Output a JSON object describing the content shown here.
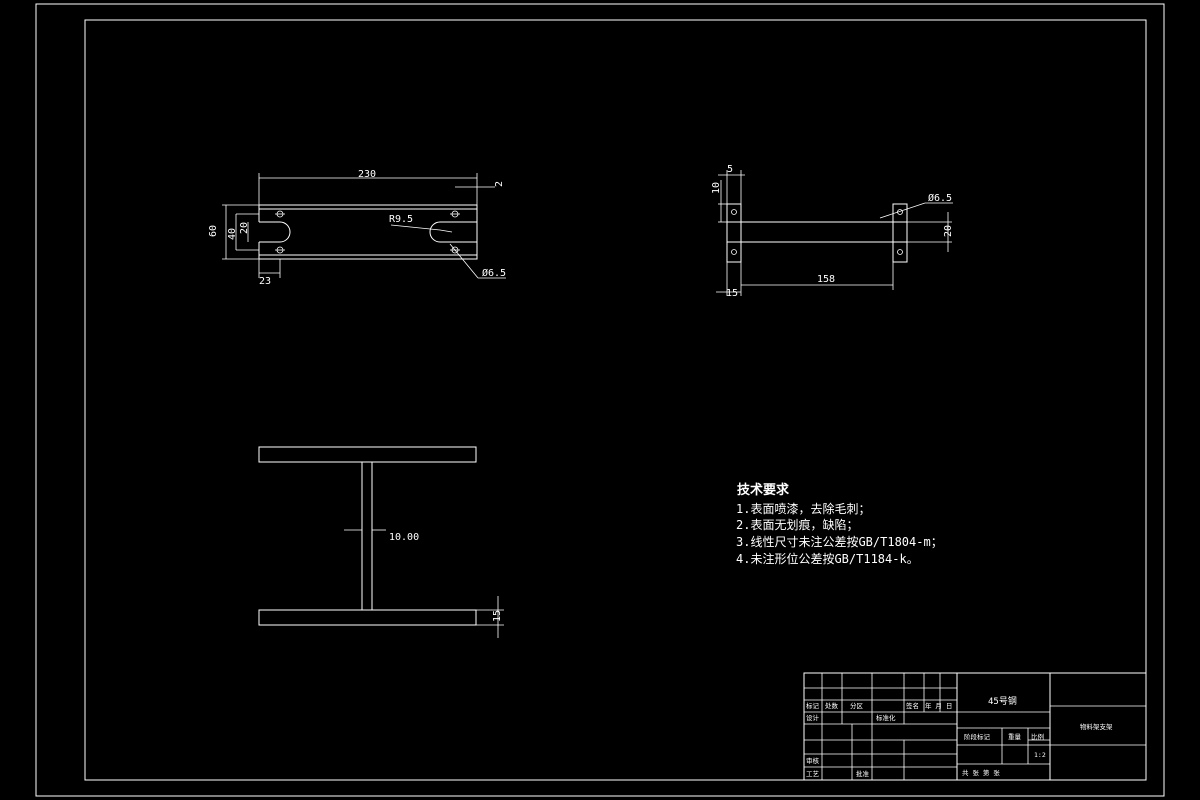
{
  "drawing": {
    "top_view_dims": {
      "length": "230",
      "thickness": "2",
      "height": "60",
      "slot_outer": "40",
      "slot_inner": "20",
      "slot_depth": "23",
      "radius": "R9.5",
      "hole_dia": "Ø6.5"
    },
    "side_view_dims": {
      "tab_width": "5",
      "tab_height": "10",
      "bar_height": "20",
      "bar_length": "158",
      "end_width": "15",
      "hole_dia": "Ø6.5"
    },
    "section_dims": {
      "web": "10.00",
      "flange": "15"
    },
    "requirements": {
      "title": "技术要求",
      "items": [
        "1.表面喷漆，去除毛刺；",
        "2.表面无划痕，缺陷；",
        "3.线性尺寸未注公差按GB/T1804-m；",
        "4.未注形位公差按GB/T1184-k。"
      ]
    },
    "title_block": {
      "material": "45号钢",
      "part_name": "物料架支架",
      "scale": "1:2",
      "labels": {
        "mark": "标记",
        "count": "处数",
        "zone": "分区",
        "signature": "签名",
        "date": "年 月 日",
        "design": "设计",
        "standardize": "标准化",
        "stage_mark": "阶段标记",
        "weight": "重量",
        "ratio": "比例",
        "review": "审核",
        "process": "工艺",
        "approve": "批准",
        "sheets": "共 张 第 张"
      }
    }
  }
}
